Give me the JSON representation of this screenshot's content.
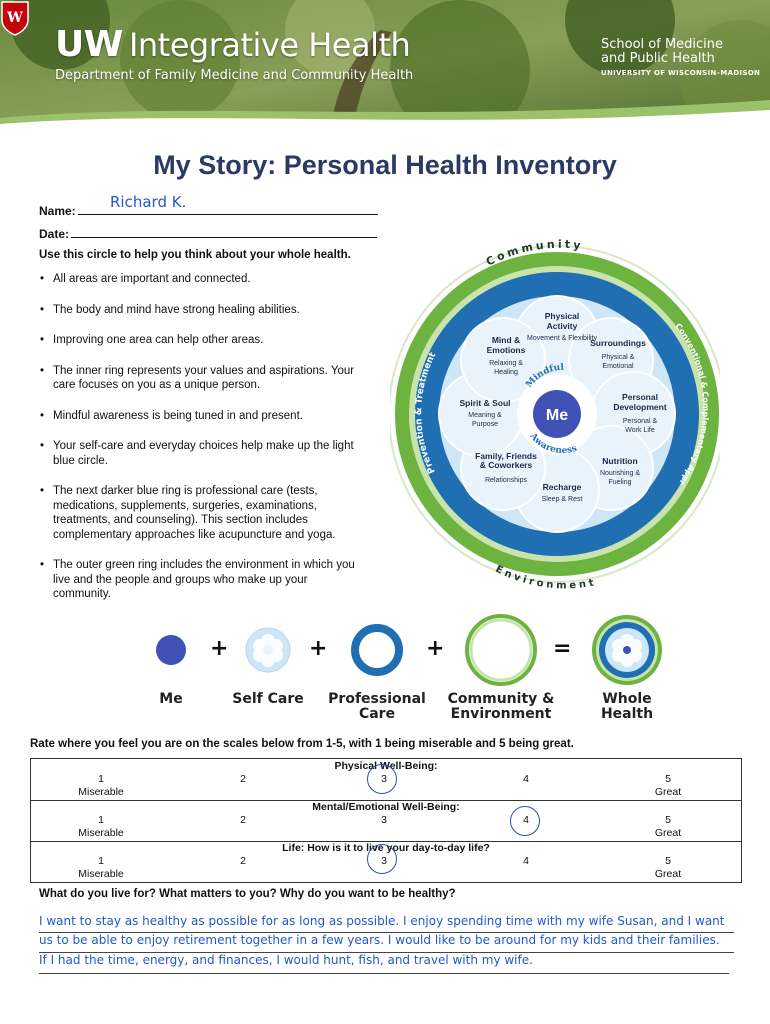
{
  "header": {
    "brand_bold": "UW",
    "brand_rest": "Integrative Health",
    "department": "Department of Family Medicine and Community Health",
    "school_line1": "School of Medicine",
    "school_line2": "and Public Health",
    "university": "UNIVERSITY OF WISCONSIN–MADISON"
  },
  "title": "My Story: Personal Health Inventory",
  "form": {
    "name_label": "Name:",
    "name_value": "Richard K.",
    "date_label": "Date:",
    "date_value": ""
  },
  "instruction": "Use this circle to help you think about your whole health.",
  "bullets": [
    "All areas are important and connected.",
    "The body and mind have strong healing abilities.",
    "Improving one area can help other areas.",
    "The inner ring represents your values and aspirations. Your care focuses on you as a unique person.",
    "Mindful awareness is being tuned in and present.",
    "Your self-care and everyday choices help make up the light blue circle.",
    "The next darker blue ring is professional care (tests, medications, supplements, surgeries, examinations, treatments, and counseling). This section includes complementary approaches like acupuncture and yoga.",
    "The outer green ring includes the environment in which you live and the people and groups who make up your community."
  ],
  "wheel": {
    "community": "Community",
    "environment": "Environment",
    "prevention": "Prevention & Treatment",
    "conventional": "Conventional & Complementary Approaches",
    "center": "Me",
    "mindful": "Mindful",
    "awareness": "Awareness",
    "petals": [
      {
        "title": "Physical Activity",
        "sub": "Movement & Flexibility"
      },
      {
        "title": "Surroundings",
        "sub": "Physical & Emotional"
      },
      {
        "title": "Personal Development",
        "sub": "Personal & Work Life"
      },
      {
        "title": "Nutrition",
        "sub": "Nourishing & Fueling"
      },
      {
        "title": "Recharge",
        "sub": "Sleep & Rest"
      },
      {
        "title": "Family, Friends & Coworkers",
        "sub": "Relationships"
      },
      {
        "title": "Spirit & Soul",
        "sub": "Meaning & Purpose"
      },
      {
        "title": "Mind & Emotions",
        "sub": "Relaxing & Healing"
      }
    ]
  },
  "equation": {
    "me": "Me",
    "self_care": "Self Care",
    "professional_1": "Professional",
    "professional_2": "Care",
    "community_1": "Community &",
    "community_2": "Environment",
    "whole_1": "Whole",
    "whole_2": "Health",
    "plus": "+",
    "equals": "="
  },
  "rating": {
    "intro": "Rate where you feel you are on the scales below from 1-5, with 1 being miserable and 5 being great.",
    "low_word": "Miserable",
    "high_word": "Great",
    "numbers": [
      "1",
      "2",
      "3",
      "4",
      "5"
    ],
    "scales": [
      {
        "label": "Physical Well-Being:",
        "selected": 3
      },
      {
        "label": "Mental/Emotional Well-Being:",
        "selected": 4
      },
      {
        "label": "Life: How is it to live your day-to-day life?",
        "selected": 3
      }
    ]
  },
  "question": "What do you live for?  What matters to you?  Why do you want to be healthy?",
  "answer_lines": [
    "I want to stay as healthy as possible for as long as possible.  I enjoy spending time with my wife Susan, and I want",
    "us to be able to enjoy retirement together in a few years.  I would like to be around for my kids and their families.",
    "If I had the time, energy, and finances, I would hunt, fish, and travel with my wife."
  ],
  "colors": {
    "title": "#2b3a63",
    "me_blue": "#3f51b5",
    "light_blue": "#cfe6f6",
    "ring_blue": "#1f6fb2",
    "green": "#6db33f",
    "handwriting": "#2358c9"
  }
}
